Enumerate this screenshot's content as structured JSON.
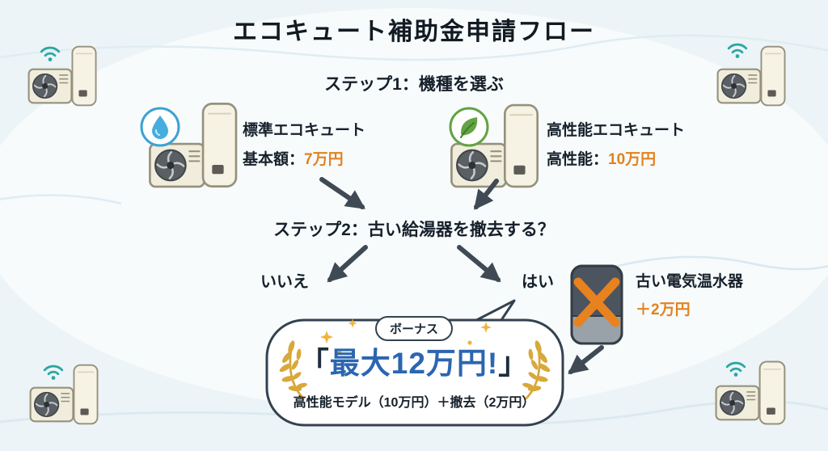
{
  "title": "エコキュート補助金申請フロー",
  "step1": {
    "heading": "ステップ1：機種を選ぶ",
    "standard": {
      "name": "標準エコキュート",
      "label": "基本額：",
      "amount": "7万円"
    },
    "premium": {
      "name": "高性能エコキュート",
      "label": "高性能：",
      "amount": "10万円"
    }
  },
  "step2": {
    "heading": "ステップ2：古い給湯器を撤去する？",
    "no": "いいえ",
    "yes": "はい"
  },
  "removal": {
    "name": "古い電気温水器",
    "amount": "＋2万円"
  },
  "bonus": {
    "tab": "ボーナス",
    "bracket_open": "「",
    "headline": "最大12万円!",
    "bracket_close": "」",
    "detail": "高性能モデル（10万円）＋撤去（2万円）"
  },
  "icons": {
    "standard_badge": "water-drop-icon",
    "premium_badge": "leaf-icon",
    "removal_mark": "orange-x-icon",
    "corner_decoration": "wifi-heatpump-icon",
    "bubble_decoration": "laurel-and-sparkle-icons"
  },
  "colors": {
    "amount_orange": "#e2821f",
    "headline_blue": "#2b66b0",
    "arrow_gray": "#3f4a54",
    "background": "#ecf4f7",
    "wifi_teal": "#2aa7a2",
    "laurel_gold": "#d9a83a"
  }
}
